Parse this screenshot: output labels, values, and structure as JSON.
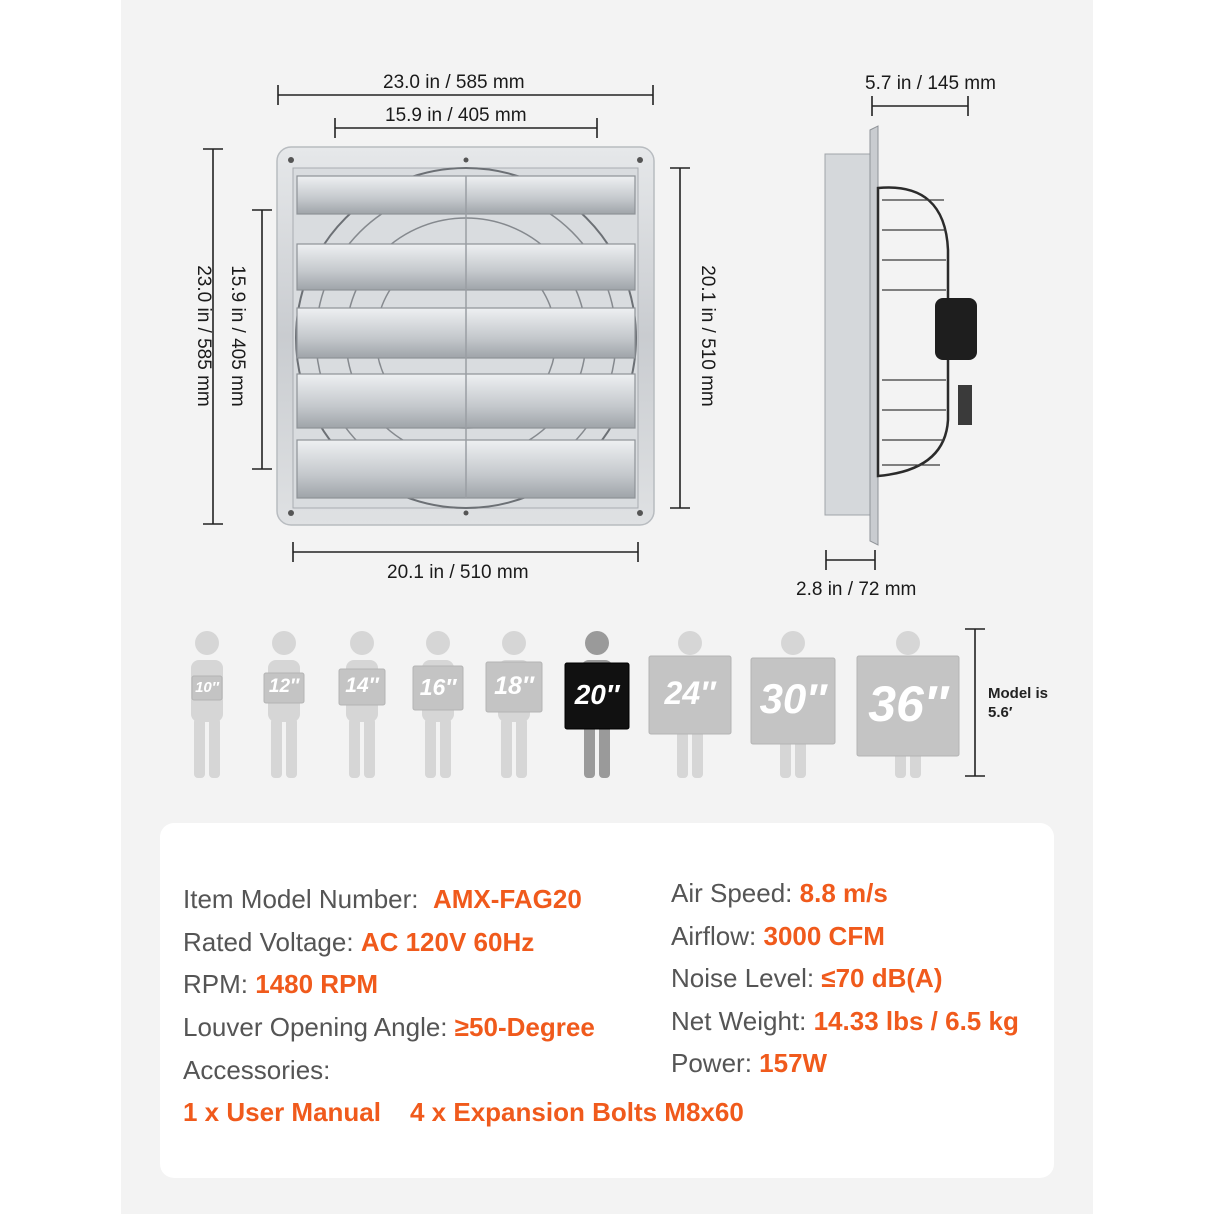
{
  "dimensions": {
    "front_top_outer": "23.0 in / 585 mm",
    "front_top_inner": "15.9 in / 405 mm",
    "front_left_outer": "23.0 in / 585 mm",
    "front_left_inner": "15.9 in / 405 mm",
    "front_right": "20.1 in / 510 mm",
    "front_bottom": "20.1 in / 510 mm",
    "side_top": "5.7 in / 145 mm",
    "side_bottom": "2.8 in / 72 mm"
  },
  "size_lineup": {
    "sizes": [
      "10″",
      "12″",
      "14″",
      "16″",
      "18″",
      "20″",
      "24″",
      "30″",
      "36″"
    ],
    "selected": "20″",
    "model_note_line1": "Model is",
    "model_note_line2": "5.6′"
  },
  "specs": {
    "left": [
      {
        "label": "Item Model Number:",
        "value": "AMX-FAG20"
      },
      {
        "label": "Rated Voltage:",
        "value": "AC 120V 60Hz"
      },
      {
        "label": "RPM:",
        "value": "1480 RPM"
      },
      {
        "label": "Louver Opening Angle:",
        "value": "≥50-Degree"
      },
      {
        "label": "Accessories:",
        "value": ""
      }
    ],
    "right": [
      {
        "label": "Air Speed:",
        "value": "8.8 m/s"
      },
      {
        "label": "Airflow:",
        "value": "3000 CFM"
      },
      {
        "label": "Noise Level:",
        "value": "≤70 dB(A)"
      },
      {
        "label": "Net Weight:",
        "value": "14.33 lbs / 6.5 kg"
      },
      {
        "label": "Power:",
        "value": "157W"
      }
    ],
    "accessories": [
      "1 x User Manual",
      "4 x Expansion Bolts M8x60"
    ]
  },
  "colors": {
    "accent": "#f05a1c",
    "selected_figure": "#111111",
    "figure_gray": "#d6d6d6"
  }
}
